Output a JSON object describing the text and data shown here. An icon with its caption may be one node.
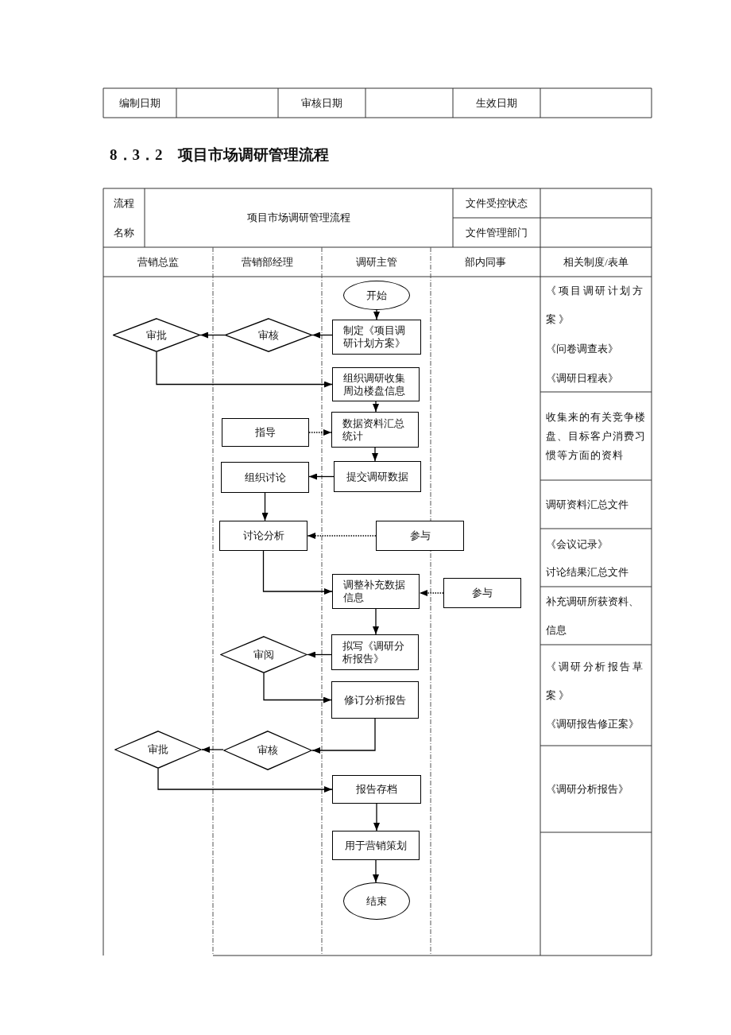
{
  "diagram": {
    "title": "8．3．2　项目市场调研管理流程",
    "nodes": [
      {
        "text": [
          "开始"
        ]
      },
      {
        "text": [
          "制定《项目调研计划方案》"
        ]
      },
      {
        "text": [
          "审核"
        ]
      },
      {
        "text": [
          "审批"
        ]
      },
      {
        "text": [
          "组织调研收集周边楼盘信息"
        ]
      },
      {
        "text": [
          "数据资料汇总统计"
        ]
      },
      {
        "text": [
          "指导"
        ]
      },
      {
        "text": [
          "提交调研数据"
        ]
      },
      {
        "text": [
          "组织讨论"
        ]
      },
      {
        "text": [
          "讨论分析"
        ]
      },
      {
        "text": [
          "参与"
        ]
      },
      {
        "text": [
          "调整补充数据信息"
        ]
      },
      {
        "text": [
          "参与"
        ]
      },
      {
        "text": [
          "拟写《调研分析报告》"
        ]
      },
      {
        "text": [
          "审阅"
        ]
      },
      {
        "text": [
          "修订分析报告"
        ]
      },
      {
        "text": [
          "审核"
        ]
      },
      {
        "text": [
          "审批"
        ]
      },
      {
        "text": [
          "报告存档"
        ]
      },
      {
        "text": [
          "用于营销策划"
        ]
      },
      {
        "text": [
          "结束"
        ]
      }
    ],
    "edges": [
      {
        "from": 0,
        "to": 1,
        "arrow": "to"
      },
      {
        "from": 1,
        "to": 2,
        "arrow": "to"
      },
      {
        "from": 2,
        "to": 3,
        "arrow": "to"
      },
      {
        "from": 3,
        "to": 4,
        "arrow": "to"
      },
      {
        "from": 4,
        "to": 5,
        "arrow": "to"
      },
      {
        "from": 6,
        "to": 5,
        "arrow": "to",
        "style": "dashed"
      },
      {
        "from": 5,
        "to": 7,
        "arrow": "to"
      },
      {
        "from": 7,
        "to": 8,
        "arrow": "to"
      },
      {
        "from": 8,
        "to": 9,
        "arrow": "to"
      },
      {
        "from": 10,
        "to": 9,
        "arrow": "to",
        "style": "dashed"
      },
      {
        "from": 9,
        "to": 11,
        "arrow": "to"
      },
      {
        "from": 12,
        "to": 11,
        "arrow": "to",
        "style": "dashed"
      },
      {
        "from": 11,
        "to": 13,
        "arrow": "to"
      },
      {
        "from": 13,
        "to": 14,
        "arrow": "to"
      },
      {
        "from": 14,
        "to": 15,
        "arrow": "to"
      },
      {
        "from": 15,
        "to": 16,
        "arrow": "to"
      },
      {
        "from": 16,
        "to": 17,
        "arrow": "to"
      },
      {
        "from": 17,
        "to": 18,
        "arrow": "to"
      },
      {
        "from": 18,
        "to": 19,
        "arrow": "to"
      },
      {
        "from": 19,
        "to": 20,
        "arrow": "to"
      }
    ],
    "labels": [
      "编制日期",
      "审核日期",
      "生效日期",
      "流程名称",
      "项目市场调研管理流程",
      "文件受控状态",
      "文件管理部门",
      "营销总监",
      "营销部经理",
      "调研主管",
      "部内同事",
      "相关制度/表单",
      "《项目调研计划方案》",
      "《问卷调查表》",
      "《调研日程表》",
      "收集来的有关竞争楼盘、目标客户消费习惯等方面的资料",
      "调研资料汇总文件",
      "《会议记录》",
      "讨论结果汇总文件",
      "补充调研所获资料、信息",
      "《调研分析报告草案》",
      "《调研报告修正案》",
      "《调研分析报告》"
    ]
  }
}
